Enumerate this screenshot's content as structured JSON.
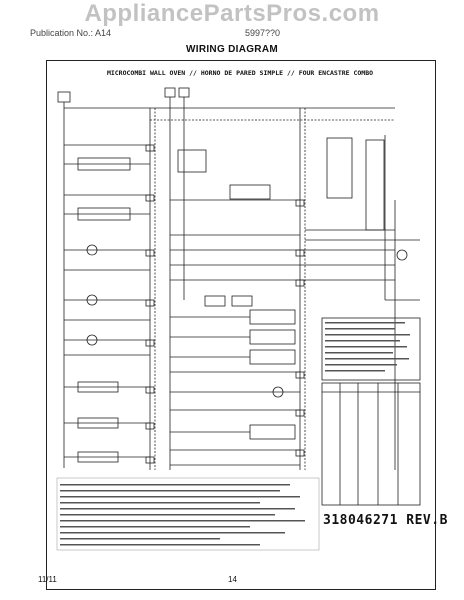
{
  "header": {
    "left_text": "Publication No.: A14",
    "right_text": "5997??0"
  },
  "watermark": "AppliancePartsPros.com",
  "page_title": "WIRING DIAGRAM",
  "diagram": {
    "title": "MICROCOMBI WALL OVEN // HORNO DE PARED SIMPLE // FOUR ENCASTRE COMBO",
    "part_number": "318046271",
    "revision": "REV.B"
  },
  "footer": {
    "date": "11/11",
    "page_number": "14"
  },
  "colors": {
    "line": "#222222",
    "watermark": "#888888",
    "frame": "#222222"
  }
}
